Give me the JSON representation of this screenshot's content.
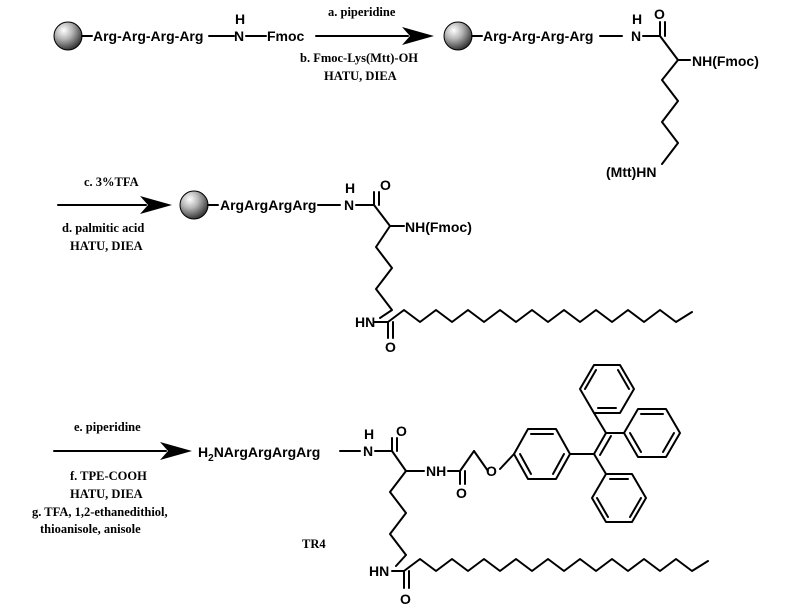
{
  "row1": {
    "start_peptide": "Arg-Arg-Arg-Arg",
    "start_nh": "H",
    "start_n": "N",
    "start_fmoc": "Fmoc",
    "cond_a": "a. piperidine",
    "cond_b1": "b. Fmoc-Lys(Mtt)-OH",
    "cond_b2": "HATU, DIEA",
    "prod_peptide": "Arg-Arg-Arg-Arg",
    "prod_h": "H",
    "prod_n": "N",
    "prod_o": "O",
    "prod_nhfmoc": "NH(Fmoc)",
    "prod_mtt": "(Mtt)HN"
  },
  "row2": {
    "cond_c": "c. 3%TFA",
    "cond_d1": "d. palmitic acid",
    "cond_d2": "HATU, DIEA",
    "peptide": "ArgArgArgArg",
    "h": "H",
    "n": "N",
    "o": "O",
    "nhfmoc": "NH(Fmoc)",
    "hn": "HN",
    "o2": "O"
  },
  "row3": {
    "cond_e": "e. piperidine",
    "cond_f1": "f. TPE-COOH",
    "cond_f2": "HATU, DIEA",
    "cond_g1": "g. TFA, 1,2-ethanedithiol,",
    "cond_g2": "thioanisole, anisole",
    "h2n": "H",
    "h2n_sub": "2",
    "peptide": "NArgArgArgArg",
    "h": "H",
    "n": "N",
    "o": "O",
    "nh": "NH",
    "o_amide": "O",
    "o_ether": "O",
    "hn": "HN",
    "o2": "O",
    "label": "TR4"
  }
}
